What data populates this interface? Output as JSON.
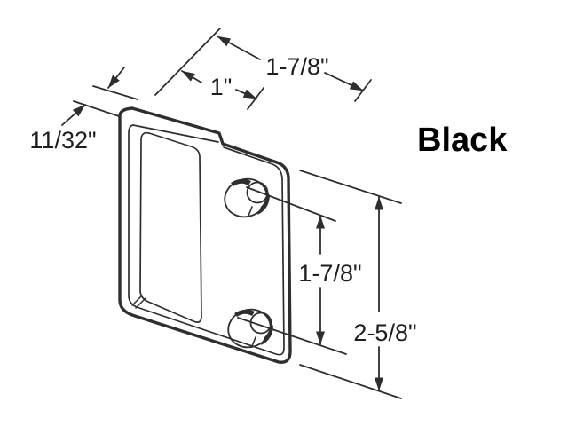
{
  "product_label": {
    "text": "Black"
  },
  "dimensions": {
    "top_width": "1-7/8\"",
    "notch_offset": "1\"",
    "thickness": "11/32\"",
    "hole_spacing": "1-7/8\"",
    "overall_height": "2-5/8\""
  },
  "colors": {
    "line": "#2e2e2e",
    "dimension_text": "#1e1e1e",
    "label_text": "#000000",
    "background": "#ffffff"
  }
}
